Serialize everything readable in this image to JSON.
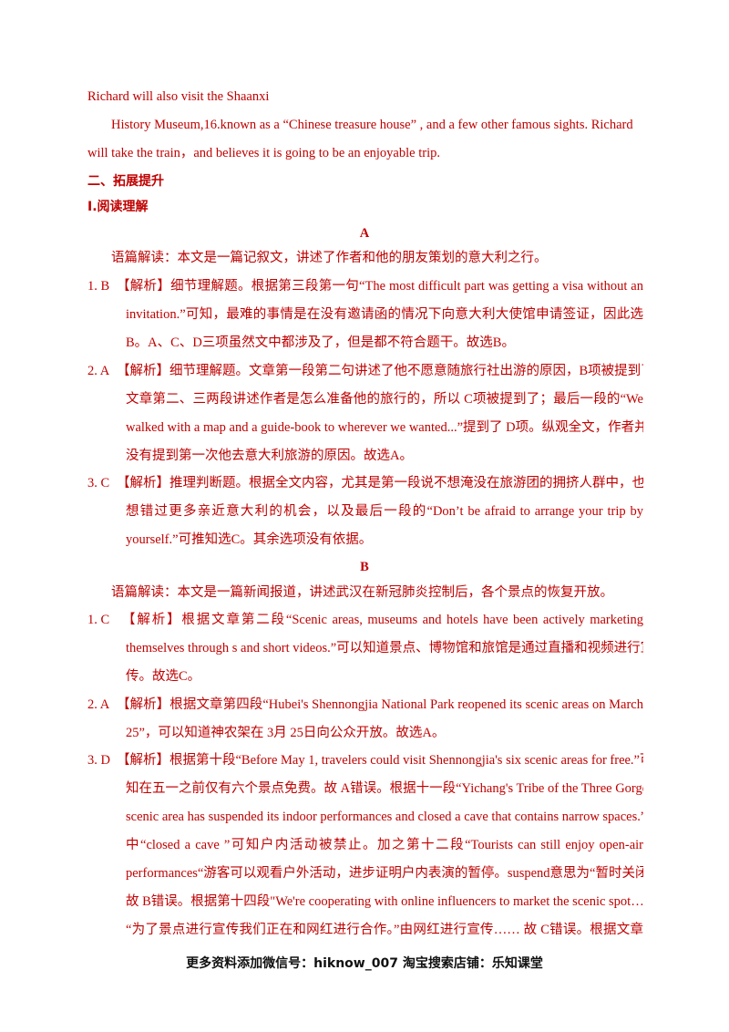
{
  "intro": {
    "line1": "Richard will also visit the Shaanxi",
    "line2": "History Museum,16.known as a “Chinese treasure house” ,  and a few other famous sights. Richard",
    "line3": "will take the train，and believes it is going to be an enjoyable trip."
  },
  "section_title": "二、拓展提升",
  "subsection_title": "I.阅读理解",
  "passage_a": {
    "label": "A",
    "summary": "语篇解读：本文是一篇记叙文，讲述了作者和他的朋友策划的意大利之行。",
    "items": [
      {
        "num": "1. B",
        "lines": [
          "【解析】细节理解题。根据第三段第一句“The most difficult part was getting a visa without an",
          "invitation.”可知，最难的事情是在没有邀请函的情况下向意大利大使馆申请签证，因此选",
          "B。A、C、D三项虽然文中都涉及了，但是都不符合题干。故选B。"
        ]
      },
      {
        "num": "2. A",
        "lines": [
          "【解析】细节理解题。文章第一段第二句讲述了他不愿意随旅行社出游的原因，B项被提到了；",
          "文章第二、三两段讲述作者是怎么准备他的旅行的，所以 C项被提到了；最后一段的“We",
          "walked with a map and a guide-book to wherever we wanted...”提到了 D项。纵观全文，作者并",
          "没有提到第一次他去意大利旅游的原因。故选A。"
        ]
      },
      {
        "num": "3. C",
        "lines": [
          "【解析】推理判断题。根据全文内容，尤其是第一段说不想淹没在旅游团的拥挤人群中，也不",
          "想错过更多亲近意大利的机会，以及最后一段的“Don’t be afraid to arrange your trip by",
          "yourself.”可推知选C。其余选项没有依据。"
        ]
      }
    ]
  },
  "passage_b": {
    "label": "B",
    "summary": "语篇解读：本文是一篇新闻报道，讲述武汉在新冠肺炎控制后，各个景点的恢复开放。",
    "items": [
      {
        "num": "1. C",
        "lines": [
          "【解析】根据文章第二段“Scenic areas, museums and hotels have been actively marketing",
          "themselves through s and short videos.”可以知道景点、博物馆和旅馆是通过直播和视频进行宣",
          "传。故选C。"
        ]
      },
      {
        "num": "2. A",
        "lines": [
          "【解析】根据文章第四段“Hubei's Shennongjia National Park reopened its scenic areas on March",
          "25”，可以知道神农架在 3月 25日向公众开放。故选A。"
        ]
      },
      {
        "num": "3. D",
        "lines": [
          "【解析】根据第十段“Before May 1, travelers could visit Shennongjia's six scenic areas for free.”可",
          "知在五一之前仅有六个景点免费。故 A错误。根据十一段“Yichang's Tribe of the Three Gorges",
          "scenic area has suspended its indoor performances and closed a cave that contains narrow spaces.”",
          "中“closed a cave ”可知户内活动被禁止。加之第十二段“Tourists can still enjoy open-air",
          "performances“游客可以观看户外活动，进步证明户内表演的暂停。suspend意思为“暂时关闭”。",
          "故 B错误。根据第十四段\"We're cooperating with online influencers to market the scenic spot…\"",
          "“为了景点进行宣传我们正在和网红进行合作。”由网红进行宣传…… 故 C错误。根据文章"
        ]
      }
    ]
  },
  "footer": "更多资料添加微信号：hiknow_007 淘宝搜索店铺：乐知课堂"
}
